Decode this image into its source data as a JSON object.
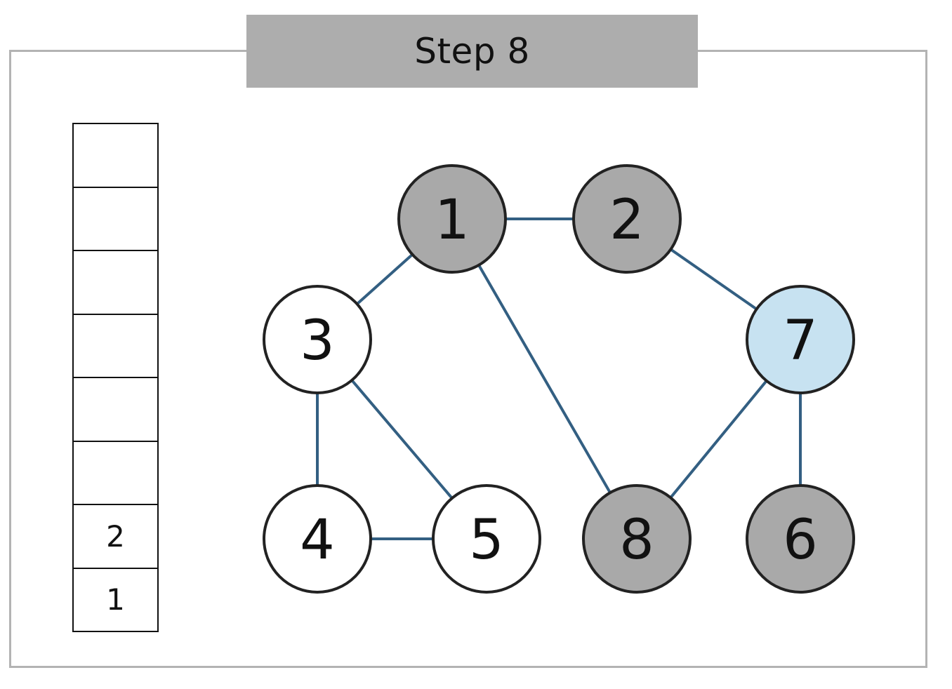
{
  "header": {
    "title": "Step 8"
  },
  "stack": {
    "cells": [
      "",
      "",
      "",
      "",
      "",
      "",
      "2",
      "1"
    ]
  },
  "graph": {
    "colors": {
      "visited": "#a9a9a9",
      "current": "#c7e2f1",
      "unvisited": "#ffffff",
      "edge": "#335f82",
      "outline": "#222222"
    },
    "nodes": [
      {
        "id": "1",
        "label": "1",
        "state": "visited"
      },
      {
        "id": "2",
        "label": "2",
        "state": "visited"
      },
      {
        "id": "3",
        "label": "3",
        "state": "unvisited"
      },
      {
        "id": "7",
        "label": "7",
        "state": "current"
      },
      {
        "id": "4",
        "label": "4",
        "state": "unvisited"
      },
      {
        "id": "5",
        "label": "5",
        "state": "unvisited"
      },
      {
        "id": "8",
        "label": "8",
        "state": "visited"
      },
      {
        "id": "6",
        "label": "6",
        "state": "visited"
      }
    ],
    "edges": [
      [
        "1",
        "2"
      ],
      [
        "1",
        "3"
      ],
      [
        "1",
        "8"
      ],
      [
        "2",
        "7"
      ],
      [
        "3",
        "4"
      ],
      [
        "3",
        "5"
      ],
      [
        "4",
        "5"
      ],
      [
        "7",
        "8"
      ],
      [
        "7",
        "6"
      ]
    ]
  }
}
